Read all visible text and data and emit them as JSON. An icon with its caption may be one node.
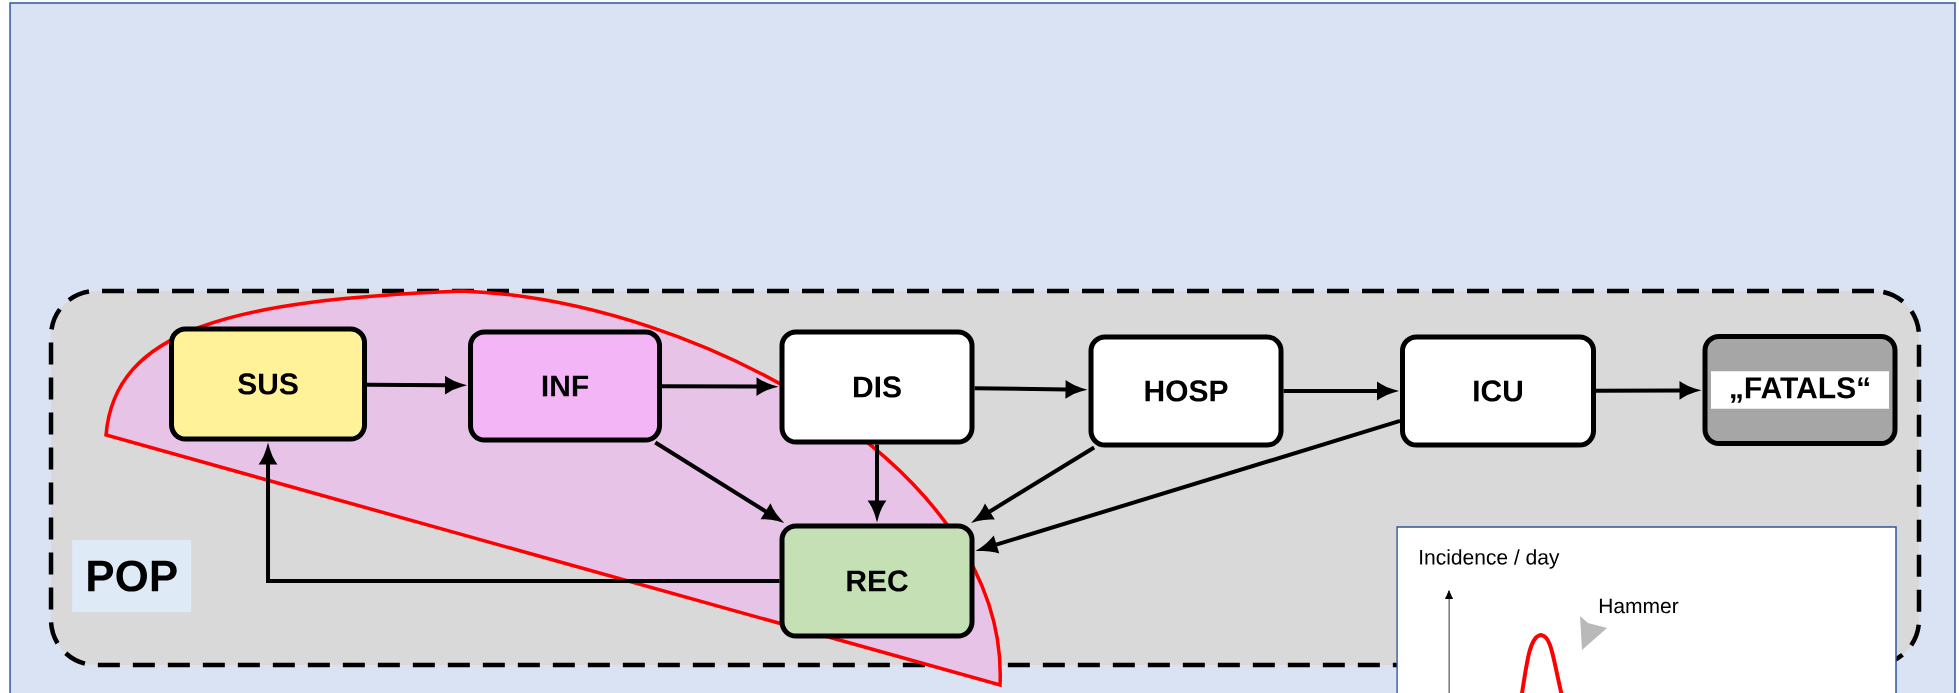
{
  "diagram": {
    "nodes": [
      {
        "text": [
          "POP"
        ]
      },
      {
        "text": [
          "SUS"
        ],
        "in": 0
      },
      {
        "text": [
          "INF"
        ],
        "in": 0
      },
      {
        "text": [
          "DIS"
        ],
        "in": 0
      },
      {
        "text": [
          "HOSP"
        ],
        "in": 0
      },
      {
        "text": [
          "ICU"
        ],
        "in": 0
      },
      {
        "text": [
          "„FATALS“"
        ],
        "in": 0
      },
      {
        "text": [
          "REC"
        ],
        "in": 0
      }
    ],
    "edges": [
      {
        "from": 1,
        "to": 2,
        "arrow": "to"
      },
      {
        "from": 2,
        "to": 3,
        "arrow": "to"
      },
      {
        "from": 3,
        "to": 4,
        "arrow": "to"
      },
      {
        "from": 4,
        "to": 5,
        "arrow": "to"
      },
      {
        "from": 5,
        "to": 6,
        "arrow": "to"
      },
      {
        "from": 2,
        "to": 7,
        "arrow": "to"
      },
      {
        "from": 3,
        "to": 7,
        "arrow": "to"
      },
      {
        "from": 4,
        "to": 7,
        "arrow": "to"
      },
      {
        "from": 5,
        "to": 7,
        "arrow": "to"
      },
      {
        "from": 7,
        "to": 1,
        "arrow": "to"
      }
    ],
    "labels": [
      "Incidence / day",
      "Hammer"
    ]
  }
}
